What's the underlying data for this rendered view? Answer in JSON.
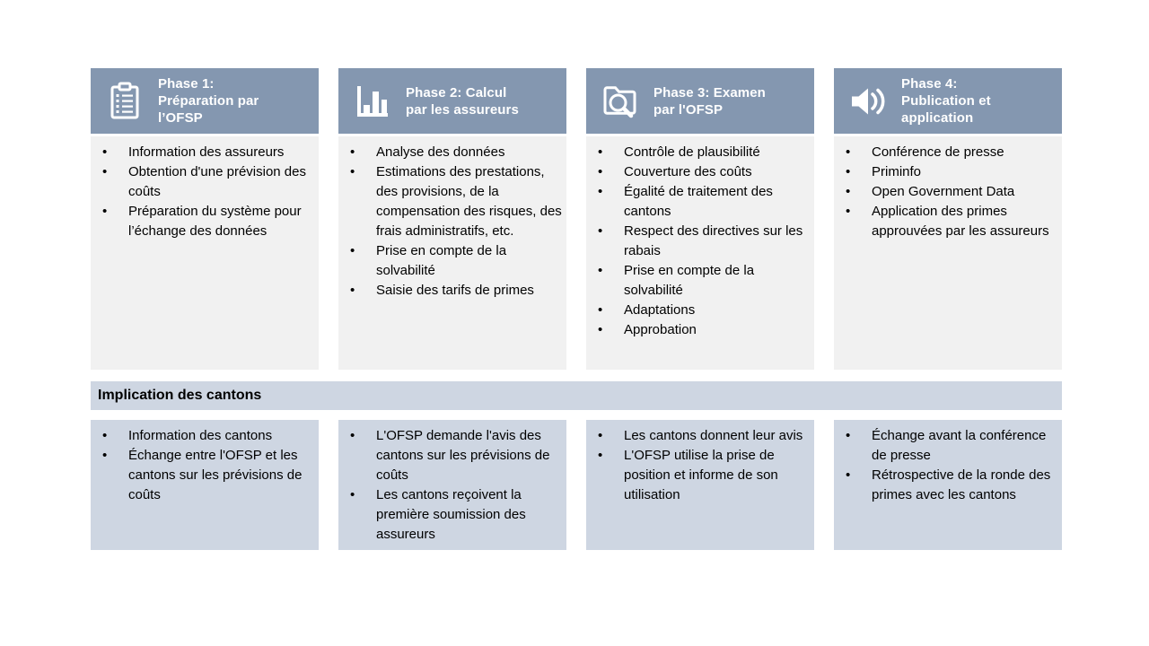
{
  "colors": {
    "header_bg": "#8497B0",
    "body_bg": "#F1F1F1",
    "canton_bg": "#CED6E2",
    "header_text": "#FFFFFF",
    "body_text": "#000000",
    "page_bg": "#FFFFFF"
  },
  "banner": {
    "label": "Implication des cantons"
  },
  "phases": [
    {
      "icon": "clipboard-checklist-icon",
      "title": "Phase 1:\nPréparation par\nl’OFSP",
      "activities": [
        "Information des assureurs",
        "Obtention d'une prévision des coûts",
        "Préparation du système pour l’échange des données"
      ],
      "canton_involvement": [
        "Information des cantons",
        "Échange entre l'OFSP et les cantons sur les prévisions de coûts"
      ]
    },
    {
      "icon": "bar-chart-icon",
      "title": "Phase 2: Calcul\npar les assureurs",
      "activities": [
        "Analyse des données",
        "Estimations des prestations, des provisions, de la compensation des risques, des frais administratifs, etc.",
        "Prise en compte de la solvabilité",
        "Saisie des tarifs de primes"
      ],
      "canton_involvement": [
        "L'OFSP demande l'avis des cantons sur les prévisions de coûts",
        "Les cantons reçoivent la première soumission des assureurs"
      ]
    },
    {
      "icon": "folder-search-icon",
      "title": "Phase 3: Examen\npar l'OFSP",
      "activities": [
        "Contrôle de plausibilité",
        "Couverture des coûts",
        "Égalité de traitement des cantons",
        "Respect des directives sur les rabais",
        "Prise en compte de la solvabilité",
        "Adaptations",
        "Approbation"
      ],
      "canton_involvement": [
        "Les cantons donnent leur avis",
        "L'OFSP utilise la prise de position et informe de son utilisation"
      ]
    },
    {
      "icon": "speaker-icon",
      "title": "Phase 4:\nPublication et\napplication",
      "activities": [
        "Conférence de presse",
        "Priminfo",
        "Open Government Data",
        "Application des primes approuvées par les assureurs"
      ],
      "canton_involvement": [
        "Échange avant la conférence de presse",
        "Rétrospective de la ronde des primes avec les cantons"
      ]
    }
  ]
}
